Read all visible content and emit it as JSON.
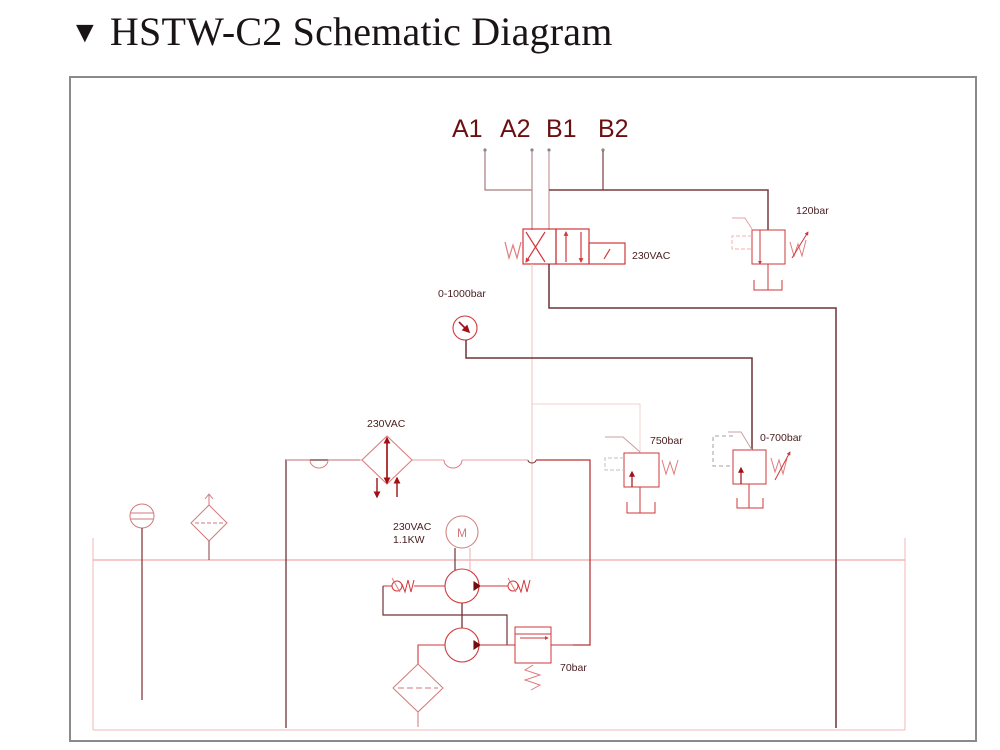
{
  "page": {
    "title_marker": "▼",
    "title": "HSTW-C2 Schematic Diagram"
  },
  "diagram": {
    "ports": [
      {
        "id": "A1",
        "label": "A1"
      },
      {
        "id": "A2",
        "label": "A2"
      },
      {
        "id": "B1",
        "label": "B1"
      },
      {
        "id": "B2",
        "label": "B2"
      }
    ],
    "components": {
      "directional_valve": {
        "type": "4/3 solenoid directional valve",
        "label": "230VAC"
      },
      "relief_valve_top": {
        "type": "relief valve",
        "label": "120bar"
      },
      "pressure_gauge": {
        "type": "pressure gauge",
        "label": "0-1000bar"
      },
      "relief_valve_fixed": {
        "type": "relief valve",
        "label": "750bar"
      },
      "relief_valve_adjustable": {
        "type": "adjustable relief valve",
        "label": "0-700bar"
      },
      "cooler": {
        "type": "heat exchanger / cooler",
        "label": "230VAC"
      },
      "motor": {
        "type": "electric motor",
        "symbol": "M",
        "label_line1": "230VAC",
        "label_line2": "1.1KW"
      },
      "pump_high": {
        "type": "hydraulic pump"
      },
      "pump_low": {
        "type": "hydraulic pump"
      },
      "sequence_valve": {
        "type": "pressure valve",
        "label": "70bar"
      },
      "suction_filter": {
        "type": "filter"
      },
      "level_gauge": {
        "type": "level indicator"
      },
      "breather_filter": {
        "type": "air breather filter"
      },
      "check_valve_left": {
        "type": "check valve"
      },
      "check_valve_right": {
        "type": "check valve"
      }
    },
    "colors": {
      "line_dark": "#6e3436",
      "line_red": "#d0373b",
      "line_light": "#e8a7a9",
      "arrow": "#a01015",
      "frame": "#8a8a8a"
    }
  }
}
